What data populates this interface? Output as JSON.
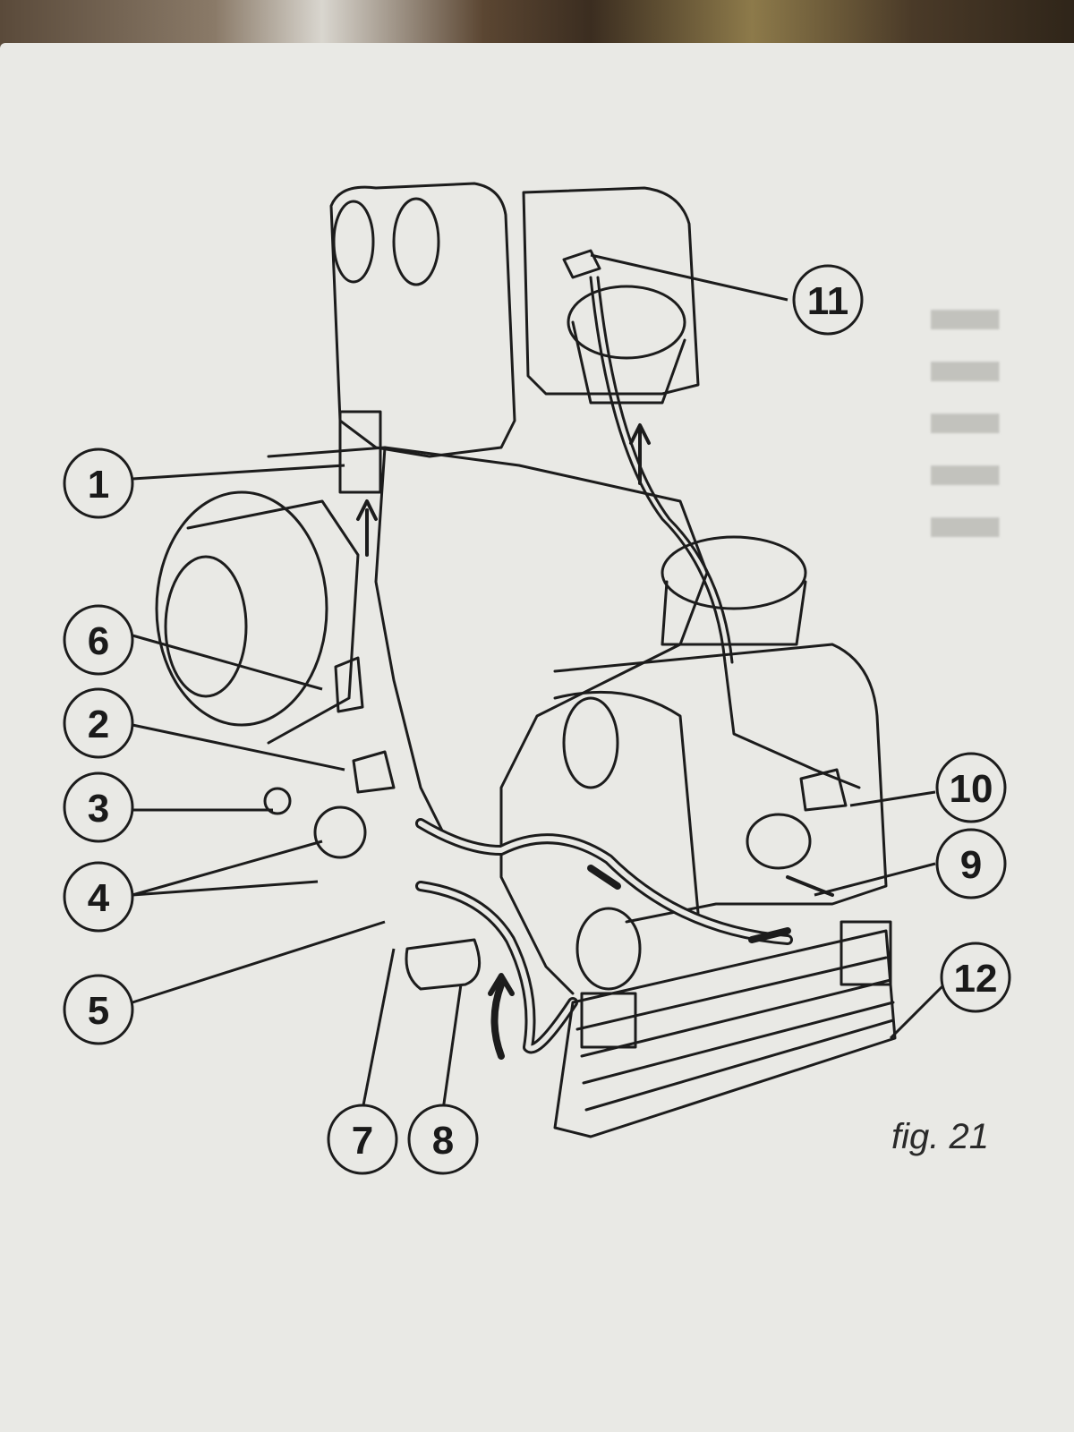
{
  "figure": {
    "caption": "fig. 21",
    "callouts": [
      {
        "id": "1",
        "label": "1"
      },
      {
        "id": "2",
        "label": "2"
      },
      {
        "id": "3",
        "label": "3"
      },
      {
        "id": "4",
        "label": "4"
      },
      {
        "id": "5",
        "label": "5"
      },
      {
        "id": "6",
        "label": "6"
      },
      {
        "id": "7",
        "label": "7"
      },
      {
        "id": "8",
        "label": "8"
      },
      {
        "id": "9",
        "label": "9"
      },
      {
        "id": "10",
        "label": "10"
      },
      {
        "id": "11",
        "label": "11"
      },
      {
        "id": "12",
        "label": "12"
      }
    ],
    "colors": {
      "paper": "#e9e9e5",
      "ink": "#1a1a1a"
    }
  }
}
